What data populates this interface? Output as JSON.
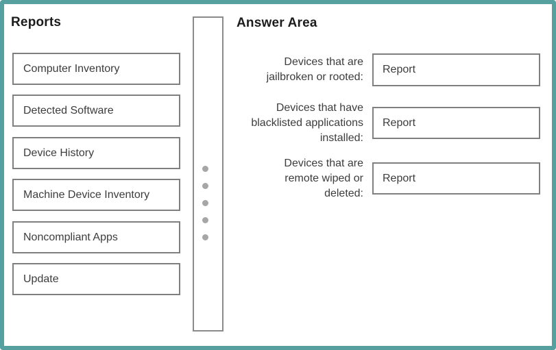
{
  "colors": {
    "frame_border": "#57a0a0",
    "box_border": "#7f7f7f",
    "divider_border": "#8a8a8a",
    "dot_gray": "#a6a6a6",
    "text": "#3c3c3c"
  },
  "reports_panel": {
    "title": "Reports",
    "items": [
      {
        "label": "Computer Inventory"
      },
      {
        "label": "Detected Software"
      },
      {
        "label": "Device History"
      },
      {
        "label": "Machine Device Inventory"
      },
      {
        "label": "Noncompliant Apps"
      },
      {
        "label": "Update"
      }
    ]
  },
  "divider": {
    "dot_count": 5
  },
  "answer_area": {
    "title": "Answer Area",
    "rows": [
      {
        "lines": [
          "Devices that are",
          "jailbroken or rooted:"
        ],
        "value": "Report"
      },
      {
        "lines": [
          "Devices that have",
          "blacklisted applications",
          "installed:"
        ],
        "value": "Report"
      },
      {
        "lines": [
          "Devices that are",
          "remote wiped or",
          "deleted:"
        ],
        "value": "Report"
      }
    ]
  }
}
